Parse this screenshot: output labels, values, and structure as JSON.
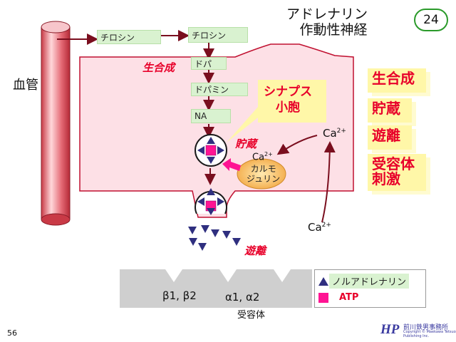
{
  "title": {
    "line1": "アドレナリン",
    "line2": "作動性神経"
  },
  "slide_number": "24",
  "page_number": "56",
  "vessel_label": "血管",
  "pathway": {
    "tyrosine_outside": "チロシン",
    "tyrosine_inside": "チロシン",
    "dopa": "ドパ",
    "dopamine": "ドパミン",
    "na": "NA"
  },
  "process_labels": {
    "biosynthesis": "生合成",
    "storage": "貯蔵",
    "release": "遊離"
  },
  "synaptic_vesicle": {
    "line1": "シナプス",
    "line2": "小胞"
  },
  "calcium": {
    "base": "Ca",
    "charge": "2+"
  },
  "calmodulin": {
    "line1": "カルモ",
    "line2": "ジュリン"
  },
  "receptors": {
    "beta": "β1, β2",
    "alpha": "α1, α2",
    "caption": "受容体"
  },
  "side_panel": [
    "生合成",
    "貯蔵",
    "遊離",
    "受容体 刺激"
  ],
  "legend": {
    "noradrenaline": "ノルアドレナリン",
    "atp": "ATP"
  },
  "publisher": {
    "name": "前川鉄男事務所",
    "line1": "Copyright © Maekawa Tetsuo",
    "line2": "Publishing Inc."
  },
  "colors": {
    "accent_red": "#e8002a",
    "neuron_fill": "#fde0e6",
    "neuron_stroke": "#c01030",
    "triangle": "#2f2f7f",
    "atp": "#ff1493",
    "box_green": "#d9f2d0",
    "box_yellow": "#fff7a8"
  }
}
